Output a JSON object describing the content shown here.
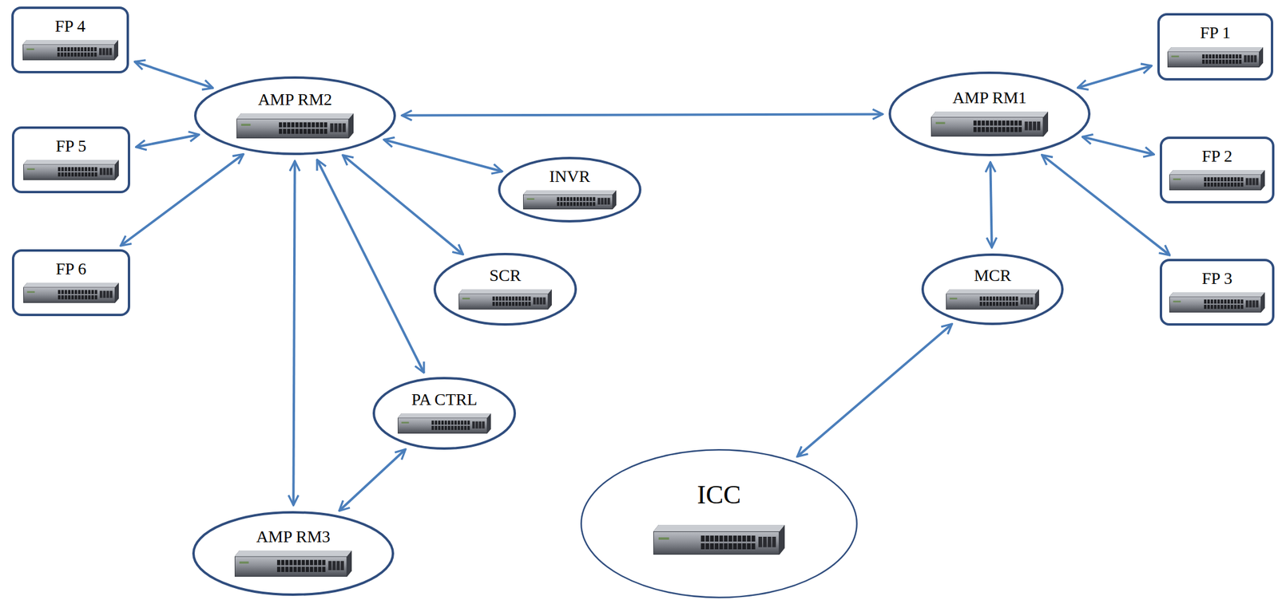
{
  "diagram": {
    "nodes": [
      {
        "text": [
          "FP 4"
        ]
      },
      {
        "text": [
          "AMP RM2"
        ]
      },
      {
        "text": [
          "AMP RM1"
        ]
      },
      {
        "text": [
          "FP 1"
        ]
      },
      {
        "text": [
          "FP 5"
        ]
      },
      {
        "text": [
          "FP 2"
        ]
      },
      {
        "text": [
          "INVR"
        ]
      },
      {
        "text": [
          "SCR"
        ]
      },
      {
        "text": [
          "MCR"
        ]
      },
      {
        "text": [
          "FP 6"
        ]
      },
      {
        "text": [
          "FP 3"
        ]
      },
      {
        "text": [
          "PA CTRL"
        ]
      },
      {
        "text": [
          "AMP RM3"
        ]
      },
      {
        "text": [
          "ICC"
        ]
      }
    ],
    "edges": [
      {
        "from": 0,
        "to": 1,
        "arrow": "both"
      },
      {
        "from": 4,
        "to": 1,
        "arrow": "both"
      },
      {
        "from": 9,
        "to": 1,
        "arrow": "both"
      },
      {
        "from": 1,
        "to": 2,
        "arrow": "both"
      },
      {
        "from": 1,
        "to": 6,
        "arrow": "both"
      },
      {
        "from": 1,
        "to": 7,
        "arrow": "both"
      },
      {
        "from": 1,
        "to": 11,
        "arrow": "both"
      },
      {
        "from": 1,
        "to": 12,
        "arrow": "both"
      },
      {
        "from": 11,
        "to": 12,
        "arrow": "both"
      },
      {
        "from": 3,
        "to": 2,
        "arrow": "both"
      },
      {
        "from": 5,
        "to": 2,
        "arrow": "both"
      },
      {
        "from": 10,
        "to": 2,
        "arrow": "both"
      },
      {
        "from": 2,
        "to": 8,
        "arrow": "both"
      },
      {
        "from": 8,
        "to": 13,
        "arrow": "both"
      }
    ]
  }
}
